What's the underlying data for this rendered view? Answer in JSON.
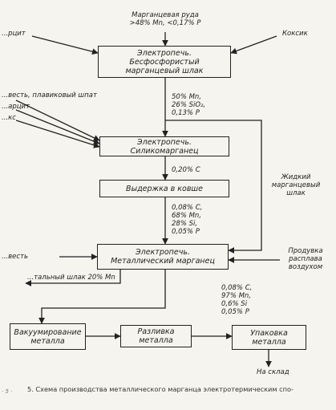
{
  "boxes": {
    "box1": [
      "Электропечь.",
      "Бесфосфористый",
      "марганцевый шлак"
    ],
    "box2": [
      "Электропечь.",
      "Силикомарганец"
    ],
    "box3": "Выдержка в ковше",
    "box4": [
      "Электропечь.",
      "Металлический марганец"
    ],
    "box5": [
      "Вакуумирование",
      "металла"
    ],
    "box6": "Разливка металла",
    "box7": "Упаковка металла"
  },
  "inputs": {
    "ore": [
      "Марганцевая руда",
      ">48% Mn, <0,17% P"
    ],
    "kvarcit_top": "...рцит",
    "koks": "Коксик",
    "izvest_fluorspar": "...весть, плавиковый шпат",
    "kvarcit_mid": "...арцит",
    "koks_mid": "...кс",
    "izvest_bottom": "...весть",
    "blowing": [
      "Продувка",
      "расплава",
      "воздухом"
    ]
  },
  "compositions": {
    "slag_comp": [
      "50% Mn,",
      "26% SiO₂,",
      "0,13% P"
    ],
    "after_box2": "0,20% C",
    "after_box3": [
      "0,08% C,",
      "68% Mn,",
      "28% Si,",
      "0,05% P"
    ],
    "final_metal": [
      "0,08% C,",
      "97% Mn,",
      "0,6% Si",
      "0,05% P"
    ]
  },
  "outputs": {
    "liquid_slag": [
      "Жидкий",
      "марганцевый",
      "шлак"
    ],
    "waste_slag": "...тальный шлак 20% Mn",
    "to_warehouse": "На склад"
  },
  "caption": "5. Схема производства металлического марганца электротермическим спо-",
  "page_marker": "· 5 ·"
}
